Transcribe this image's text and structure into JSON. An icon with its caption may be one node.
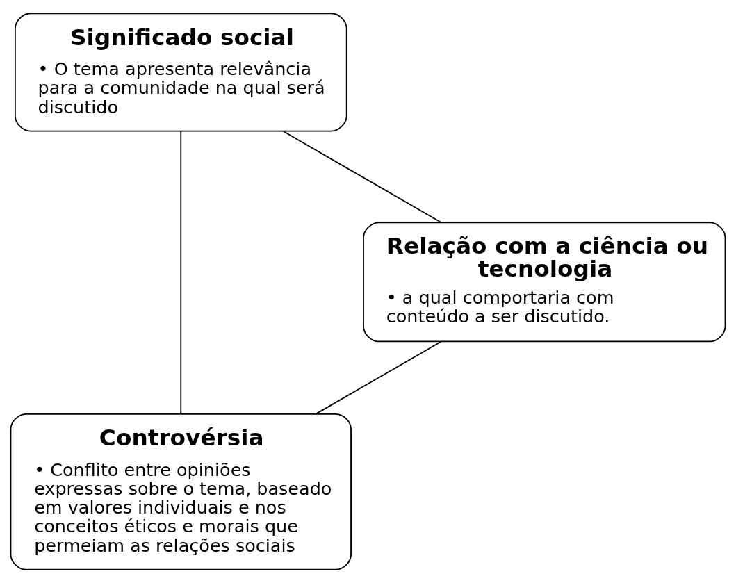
{
  "diagram": {
    "nodes": [
      {
        "text": [
          "Controvérsia",
          "• Conflito entre opiniões expressas sobre o tema, baseado em valores individuais e nos conceitos éticos e morais que permeiam as relações sociais"
        ]
      },
      {
        "text": [
          "Significado social",
          "• O tema apresenta relevância para a comunidade na qual será discutido"
        ]
      },
      {
        "text": [
          "Relação com a ciência ou tecnologia",
          "• a qual comportaria com conteúdo a ser discutido."
        ]
      }
    ],
    "edges": [
      {
        "from": 0,
        "to": 1,
        "arrow": "none"
      },
      {
        "from": 1,
        "to": 2,
        "arrow": "none"
      },
      {
        "from": 2,
        "to": 0,
        "arrow": "none"
      }
    ]
  }
}
